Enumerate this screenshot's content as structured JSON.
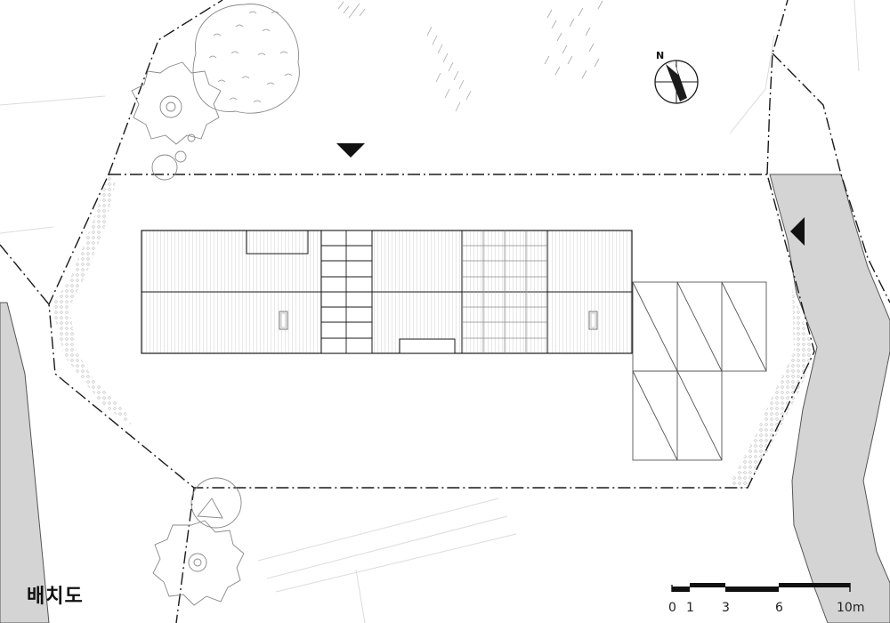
{
  "drawing": {
    "title": "배치도",
    "north_label": "N"
  },
  "scale_bar": {
    "ticks": [
      "0",
      "1",
      "3",
      "6",
      "10m"
    ]
  },
  "colors": {
    "road": "#d4d4d4",
    "ink": "#1a1a1a",
    "fine_line": "#8a8a8a",
    "faint_line": "#dcdcdc",
    "paper": "#ffffff"
  },
  "icons": {
    "north_arrow": "north-arrow-icon",
    "section_marker_north": "section-marker-triangle-down-icon",
    "section_marker_east": "section-marker-triangle-left-icon"
  }
}
